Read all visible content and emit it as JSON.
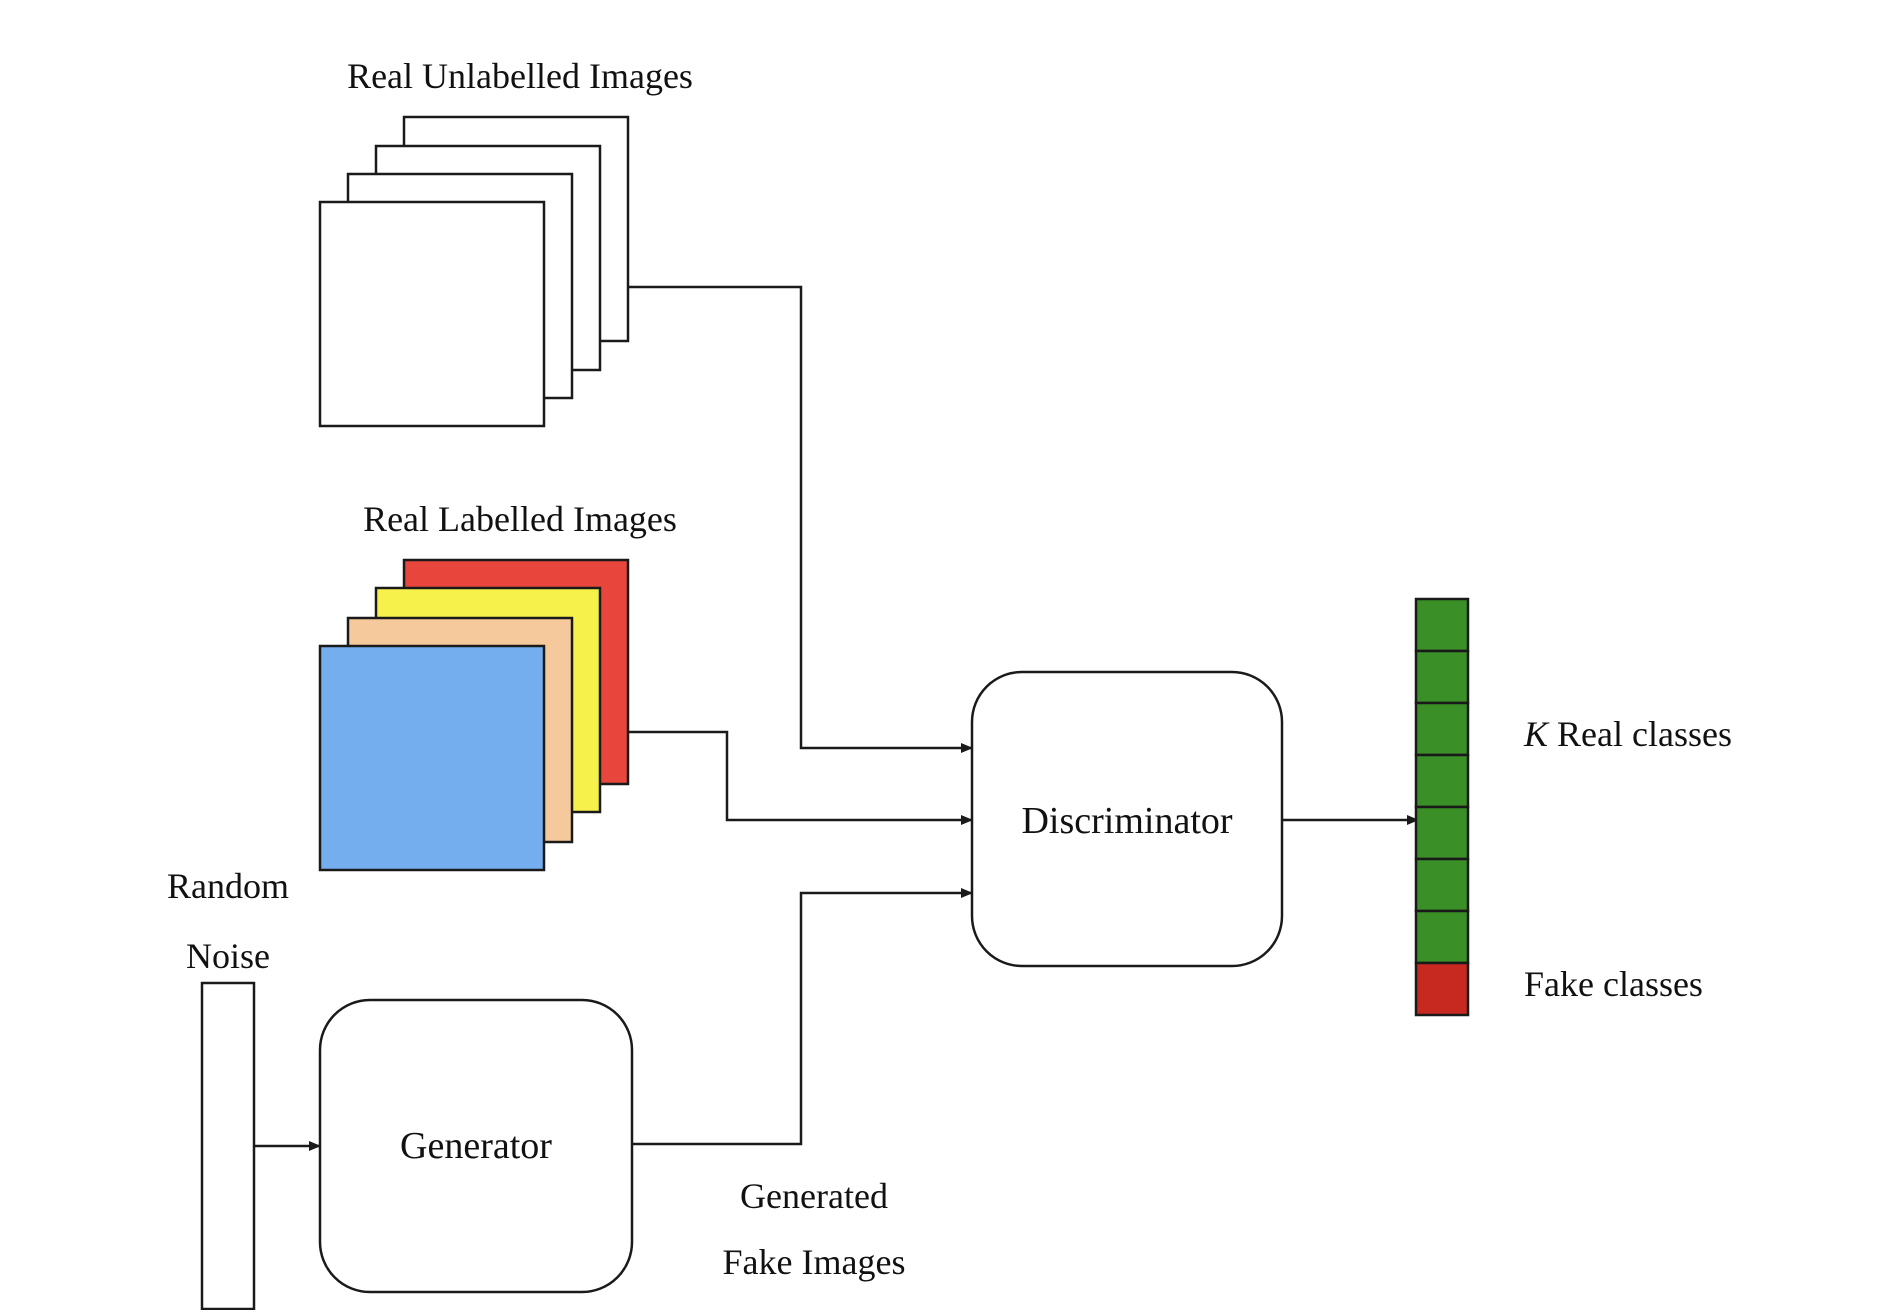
{
  "labels": {
    "real_unlabelled": "Real Unlabelled Images",
    "real_labelled": "Real Labelled Images",
    "random_noise_line1": "Random",
    "random_noise_line2": "Noise",
    "generator": "Generator",
    "discriminator": "Discriminator",
    "generated_line1": "Generated",
    "generated_line2": "Fake Images",
    "k_symbol": "K",
    "real_classes": " Real classes",
    "fake_classes": "Fake classes"
  },
  "colors": {
    "stroke": "#1a1a1a",
    "labelled_back": "#e8453c",
    "labelled_third": "#f7f24b",
    "labelled_second": "#f6c99c",
    "labelled_front": "#74aeef",
    "real_class_cell": "#3a8f27",
    "fake_class_cell": "#c7281f"
  },
  "output_vector": {
    "real_class_cells": 7,
    "fake_class_cells": 1
  }
}
